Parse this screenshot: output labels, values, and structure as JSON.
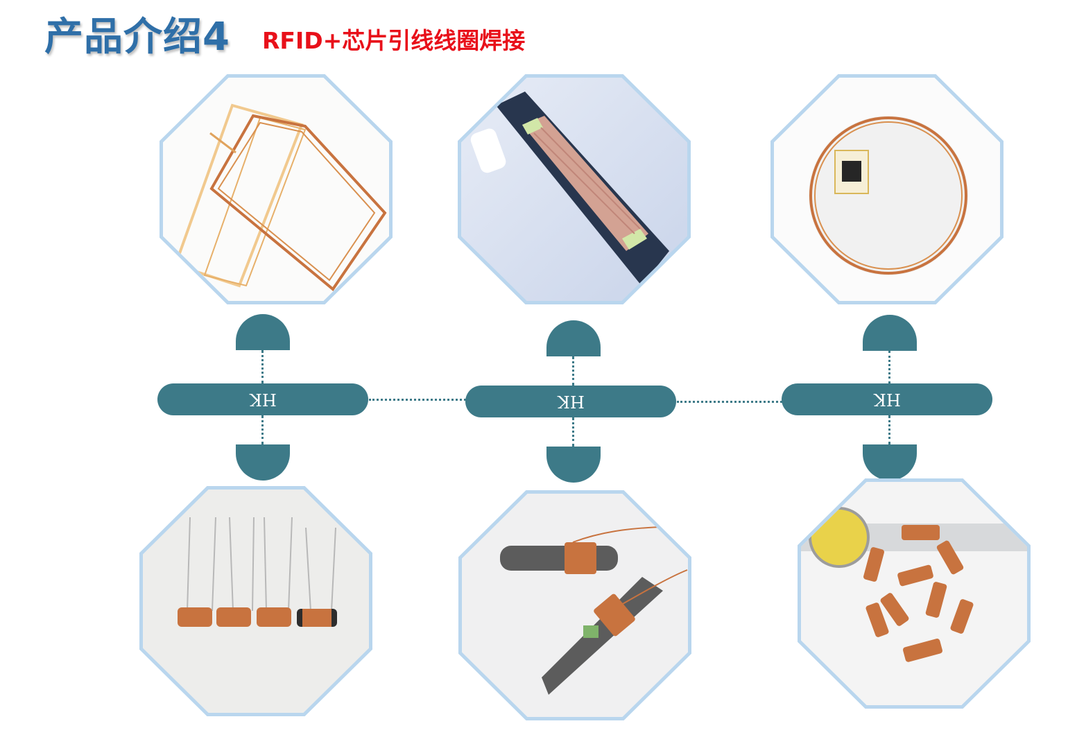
{
  "header": {
    "title": "产品介绍4",
    "subtitle": "RFID+芯片引线线圈焊接"
  },
  "nodes": [
    {
      "label": "HK"
    },
    {
      "label": "HK"
    },
    {
      "label": "HK"
    }
  ],
  "colors": {
    "title": "#2f6fa8",
    "subtitle": "#e8101a",
    "node": "#3d7a88",
    "frame": "#b9d6ee",
    "copper": "#c8733f"
  },
  "images": [
    {
      "name": "rectangular-wire-coils-photo"
    },
    {
      "name": "ferrite-rod-antenna-photo"
    },
    {
      "name": "round-coil-with-chip-photo"
    },
    {
      "name": "small-bobbin-coils-photo"
    },
    {
      "name": "ferrite-coils-with-leads-photo"
    },
    {
      "name": "chip-inductors-caliper-photo"
    }
  ]
}
